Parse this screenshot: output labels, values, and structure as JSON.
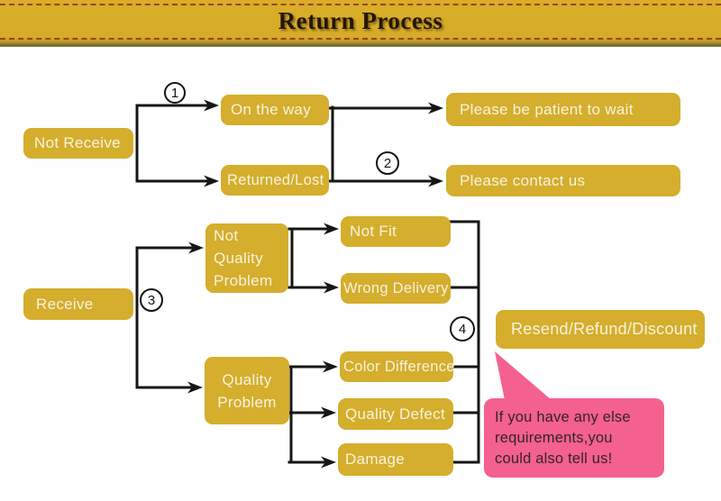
{
  "header": {
    "title": "Return Process"
  },
  "palette": {
    "banner_gold": "#d6ab28",
    "banner_dash_red": "#9b3620",
    "banner_edge_olive": "#6b6636",
    "node_gold": "#d4ae2c",
    "node_text_cream": "#f8f3e0",
    "connector_black": "#161616",
    "bubble_pink": "#f4618e",
    "bubble_text_dark": "#34232a",
    "background": "#ffffff"
  },
  "flow": {
    "step_markers": [
      "1",
      "2",
      "3",
      "4"
    ],
    "nodes": {
      "not_receive": "Not Receive",
      "on_the_way": "On the way",
      "returned_lost": "Returned/Lost",
      "please_wait": "Please be patient to wait",
      "please_contact": "Please contact us",
      "receive": "Receive",
      "not_quality_problem": "Not Quality Problem",
      "quality_problem": "Quality Problem",
      "not_fit": "Not Fit",
      "wrong_delivery": "Wrong Delivery",
      "color_difference": "Color Difference",
      "quality_defect": "Quality Defect",
      "damage": "Damage",
      "resend": "Resend/Refund/Discount"
    },
    "edges": [
      [
        "Not Receive",
        "On the way"
      ],
      [
        "Not Receive",
        "Returned/Lost"
      ],
      [
        "On the way",
        "Please be patient to wait"
      ],
      [
        "Returned/Lost",
        "Please contact us"
      ],
      [
        "Receive",
        "Not Quality Problem"
      ],
      [
        "Receive",
        "Quality Problem"
      ],
      [
        "Not Quality Problem",
        "Not Fit"
      ],
      [
        "Not Quality Problem",
        "Wrong Delivery"
      ],
      [
        "Quality Problem",
        "Color Difference"
      ],
      [
        "Quality Problem",
        "Quality Defect"
      ],
      [
        "Quality Problem",
        "Damage"
      ],
      [
        "Not Fit",
        "Resend/Refund/Discount"
      ],
      [
        "Wrong Delivery",
        "Resend/Refund/Discount"
      ],
      [
        "Color Difference",
        "Resend/Refund/Discount"
      ],
      [
        "Quality Defect",
        "Resend/Refund/Discount"
      ],
      [
        "Damage",
        "Resend/Refund/Discount"
      ]
    ],
    "bubble": {
      "lines": [
        "If you have any else",
        "requirements,you",
        "could also tell us!"
      ]
    }
  }
}
